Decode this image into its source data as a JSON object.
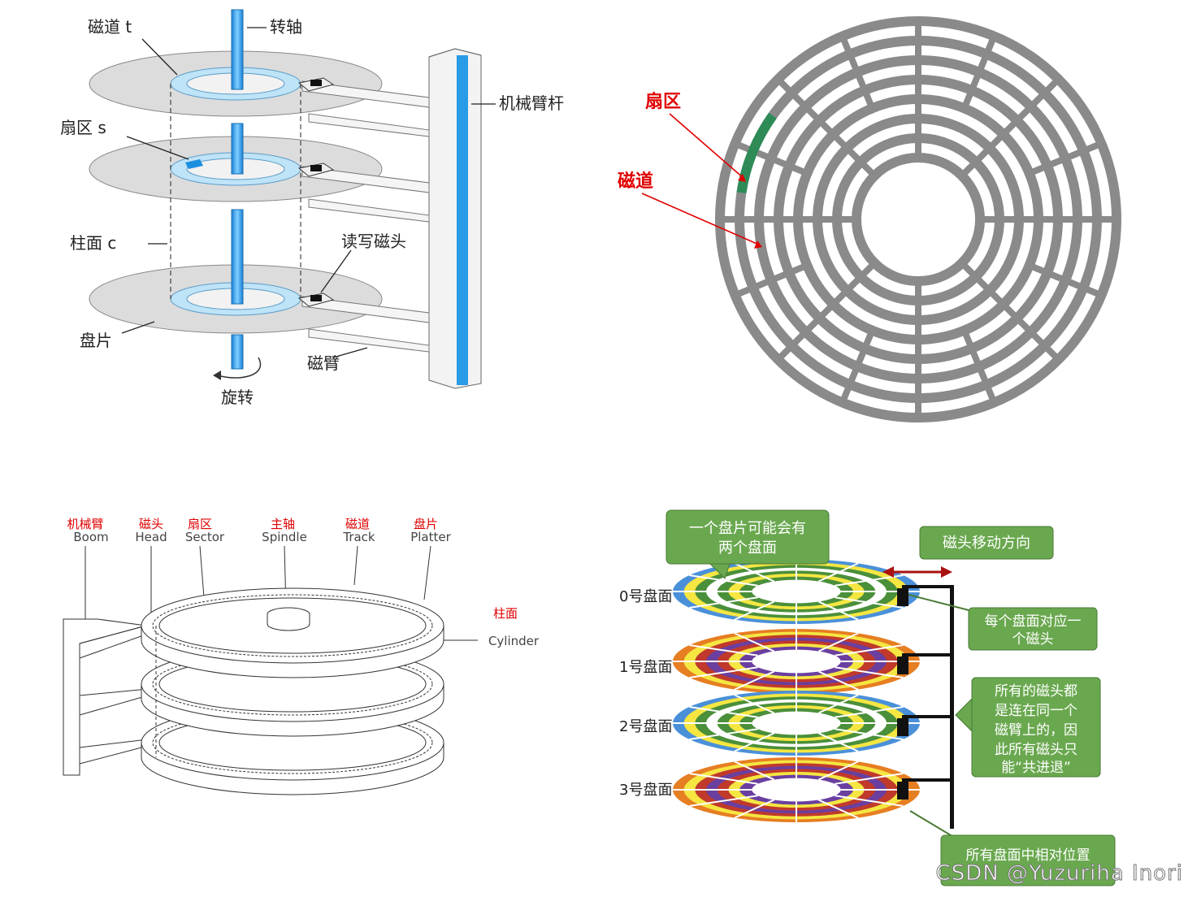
{
  "panel_a": {
    "labels": {
      "track": "磁道 t",
      "spindle": "转轴",
      "arm_pole": "机械臂杆",
      "sector": "扇区 s",
      "cylinder": "柱面 c",
      "rw_head": "读写磁头",
      "platter": "盘片",
      "arm": "磁臂",
      "rotation": "旋转"
    }
  },
  "panel_b": {
    "labels": {
      "sector": "扇区",
      "track": "磁道"
    },
    "colors": {
      "label": "#e00000",
      "ring": "#8a8a8a",
      "sector_highlight": "#2e8b57"
    },
    "ring_count": 8,
    "spoke_count": 16
  },
  "panel_c": {
    "labels": [
      {
        "cn": "机械臂",
        "en": "Boom"
      },
      {
        "cn": "磁头",
        "en": "Head"
      },
      {
        "cn": "扇区",
        "en": "Sector"
      },
      {
        "cn": "主轴",
        "en": "Spindle"
      },
      {
        "cn": "磁道",
        "en": "Track"
      },
      {
        "cn": "盘片",
        "en": "Platter"
      }
    ],
    "cylinder": {
      "cn": "柱面",
      "en": "Cylinder"
    }
  },
  "panel_d": {
    "callouts": {
      "two_sides": "一个盘片可能会有两个盘面",
      "head_direction": "磁头移动方向",
      "one_head": "每个盘面对应一个磁头",
      "same_arm": "所有的磁头都是连在同一个磁臂上的，因此所有磁头只能“共进退”",
      "relative_position": "所有盘面中相对位置"
    },
    "surfaces": [
      "0号盘面",
      "1号盘面",
      "2号盘面",
      "3号盘面"
    ],
    "colors": {
      "callout_bg": "#6aa84f",
      "callout_border": "#4a7a35"
    }
  },
  "watermark": "CSDN @Yuzuriha  Inori"
}
